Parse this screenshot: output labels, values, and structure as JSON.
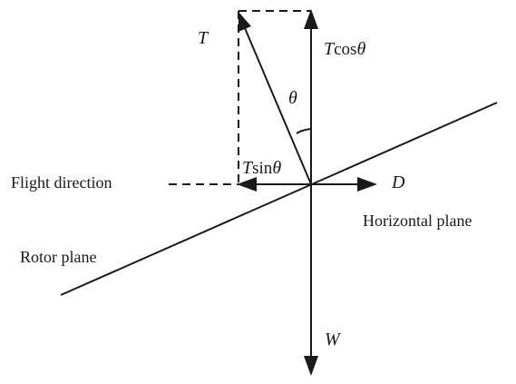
{
  "diagram": {
    "labels": {
      "thrust": "T",
      "thrust_cos": "cos",
      "thrust_sin": "sin",
      "thrust_prefix": "T",
      "theta": "θ",
      "drag": "D",
      "weight": "W",
      "flight_direction": "Flight direction",
      "horizontal_plane": "Horizontal plane",
      "rotor_plane": "Rotor plane"
    }
  }
}
